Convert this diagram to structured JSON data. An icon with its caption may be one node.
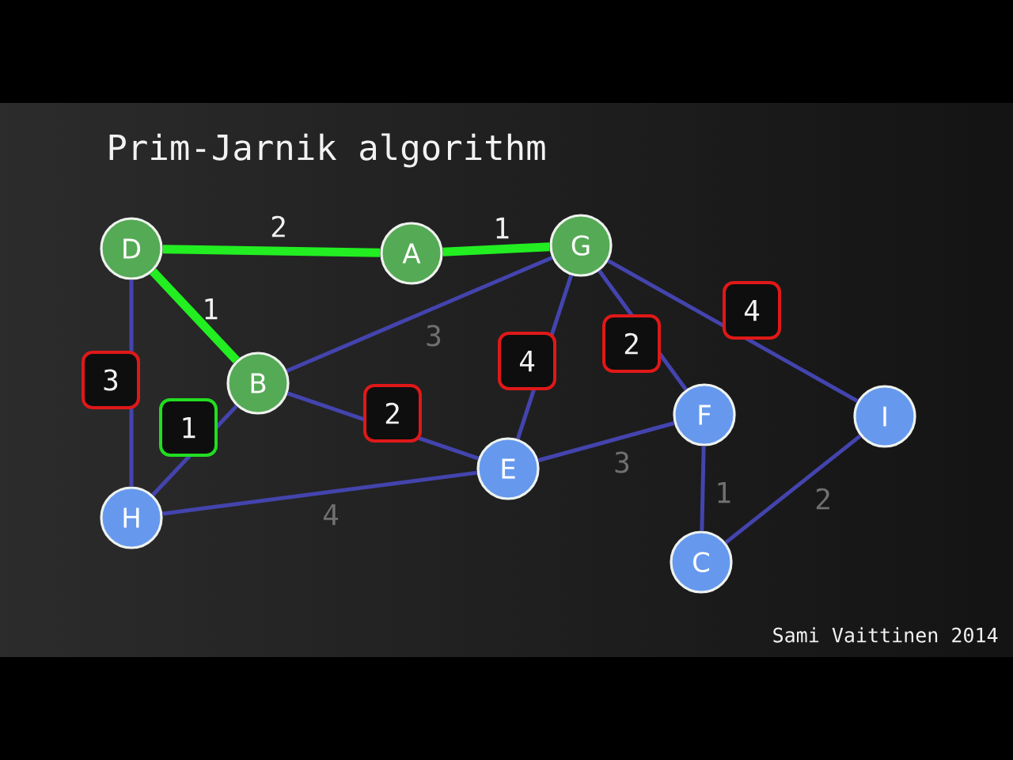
{
  "diagram": {
    "title": "Prim-Jarnik algorithm",
    "nodes": [
      {
        "text": [
          "D"
        ]
      },
      {
        "text": [
          "A"
        ]
      },
      {
        "text": [
          "G"
        ]
      },
      {
        "text": [
          "B"
        ]
      },
      {
        "text": [
          "F"
        ]
      },
      {
        "text": [
          "I"
        ]
      },
      {
        "text": [
          "E"
        ]
      },
      {
        "text": [
          "H"
        ]
      },
      {
        "text": [
          "C"
        ]
      }
    ],
    "edges": [
      {
        "from": 0,
        "to": 1,
        "arrow": "none",
        "label": "2",
        "style": "thick",
        "color": "#22ee22"
      },
      {
        "from": 1,
        "to": 2,
        "arrow": "none",
        "label": "1",
        "style": "thick",
        "color": "#22ee22"
      },
      {
        "from": 0,
        "to": 3,
        "arrow": "none",
        "label": "1",
        "style": "thick",
        "color": "#22ee22"
      },
      {
        "from": 0,
        "to": 7,
        "arrow": "none",
        "label": "3"
      },
      {
        "from": 3,
        "to": 7,
        "arrow": "none",
        "label": "1"
      },
      {
        "from": 3,
        "to": 2,
        "arrow": "none",
        "label": "3"
      },
      {
        "from": 3,
        "to": 6,
        "arrow": "none",
        "label": "2"
      },
      {
        "from": 2,
        "to": 6,
        "arrow": "none",
        "label": "4"
      },
      {
        "from": 2,
        "to": 4,
        "arrow": "none",
        "label": "2"
      },
      {
        "from": 2,
        "to": 5,
        "arrow": "none",
        "label": "4"
      },
      {
        "from": 7,
        "to": 6,
        "arrow": "none",
        "label": "4"
      },
      {
        "from": 6,
        "to": 4,
        "arrow": "none",
        "label": "3"
      },
      {
        "from": 4,
        "to": 8,
        "arrow": "none",
        "label": "1"
      },
      {
        "from": 5,
        "to": 8,
        "arrow": "none",
        "label": "2"
      }
    ],
    "labels": [
      "Sami Vaittinen 2014"
    ]
  }
}
